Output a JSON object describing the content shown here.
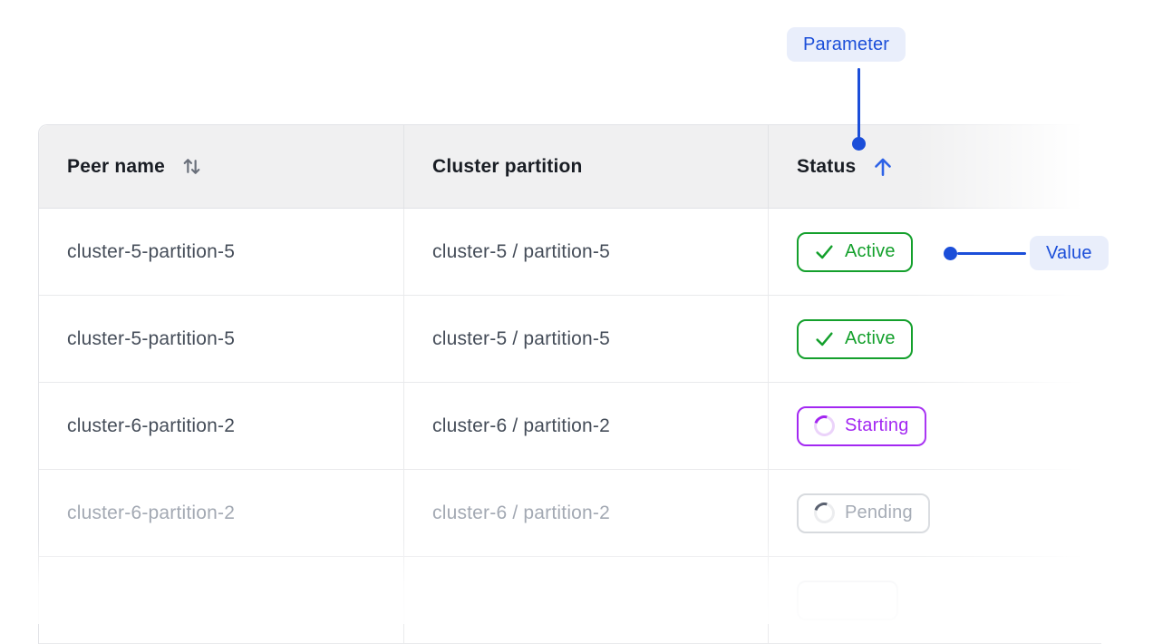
{
  "annotations": {
    "parameter": {
      "label": "Parameter"
    },
    "value": {
      "label": "Value"
    }
  },
  "table": {
    "columns": [
      {
        "label": "Peer name",
        "sort_state": "sortable",
        "icon": "sort-both-icon"
      },
      {
        "label": "Cluster partition",
        "sort_state": "none",
        "icon": ""
      },
      {
        "label": "Status",
        "sort_state": "ascending",
        "icon": "arrow-up-icon"
      }
    ],
    "rows": [
      {
        "peer_name": "cluster-5-partition-5",
        "cluster_partition": "cluster-5 / partition-5",
        "status": {
          "label": "Active",
          "kind": "active",
          "icon": "check-icon"
        }
      },
      {
        "peer_name": "cluster-5-partition-5",
        "cluster_partition": "cluster-5 / partition-5",
        "status": {
          "label": "Active",
          "kind": "active",
          "icon": "check-icon"
        }
      },
      {
        "peer_name": "cluster-6-partition-2",
        "cluster_partition": "cluster-6 / partition-2",
        "status": {
          "label": "Starting",
          "kind": "starting",
          "icon": "spinner-icon"
        }
      },
      {
        "peer_name": "cluster-6-partition-2",
        "cluster_partition": "cluster-6 / partition-2",
        "status": {
          "label": "Pending",
          "kind": "pending",
          "icon": "spinner-icon"
        },
        "muted": true
      },
      {
        "peer_name": "",
        "cluster_partition": "",
        "status": {
          "label": "",
          "kind": "pending",
          "icon": ""
        },
        "partial": true
      }
    ]
  },
  "colors": {
    "annotation_blue": "#1B4ED9",
    "annotation_pill_bg": "#E9EEFB",
    "sort_arrow_blue": "#2E63E7",
    "active_green": "#14A02C",
    "starting_purple": "#A328F2",
    "pending_gray": "#A6ACB6",
    "header_bg": "#F0F0F1",
    "body_text": "#454D59",
    "muted_text": "#A3A9B3"
  }
}
